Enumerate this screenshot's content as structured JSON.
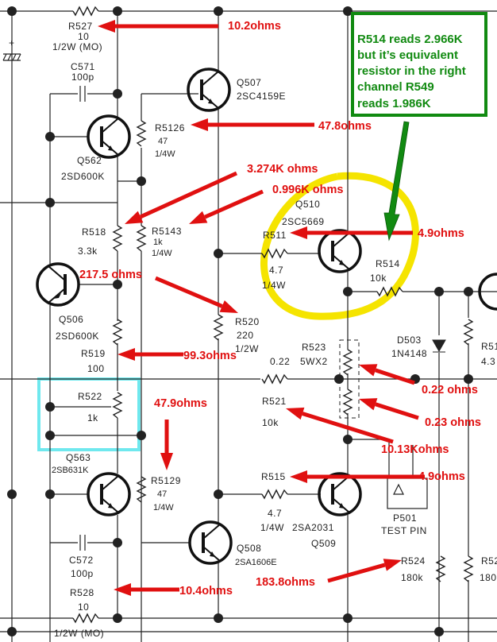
{
  "colors": {
    "annotation": "#e01010",
    "note": "#118a11",
    "highlight_yellow": "#f5e400",
    "highlight_cyan": "#6fe8ee"
  },
  "components": {
    "R527": {
      "ref": "R527",
      "value": "10",
      "rating": "1/2W  (MO)"
    },
    "C571": {
      "ref": "C571",
      "value": "100p"
    },
    "Q562": {
      "ref": "Q562",
      "part": "2SD600K"
    },
    "Q507": {
      "ref": "Q507",
      "part": "2SC4159E"
    },
    "R5126": {
      "ref": "R5126",
      "value": "47",
      "rating": "1/4W"
    },
    "R518": {
      "ref": "R518",
      "value": "3.3k"
    },
    "R5143": {
      "ref": "R5143",
      "value": "1k",
      "rating": "1/4W"
    },
    "Q506": {
      "ref": "Q506",
      "part": "2SD600K"
    },
    "R519": {
      "ref": "R519",
      "value": "100"
    },
    "R520": {
      "ref": "R520",
      "value": "220",
      "rating": "1/2W"
    },
    "R522": {
      "ref": "R522",
      "value": "1k"
    },
    "Q563": {
      "ref": "Q563",
      "part": "2SB631K"
    },
    "R5129": {
      "ref": "R5129",
      "value": "47",
      "rating": "1/4W"
    },
    "Q508": {
      "ref": "Q508",
      "part": "2SA1606E"
    },
    "C572": {
      "ref": "C572",
      "value": "100p"
    },
    "R528": {
      "ref": "R528",
      "value": "10",
      "rating": "1/2W  (MO)"
    },
    "Q510": {
      "ref": "Q510",
      "part": "2SC5669"
    },
    "R511": {
      "ref": "R511",
      "value": "4.7",
      "rating": "1/4W"
    },
    "R514": {
      "ref": "R514",
      "value": "10k"
    },
    "D503": {
      "ref": "D503",
      "part": "1N4148"
    },
    "R51x": {
      "ref": "R51",
      "value": "4.3"
    },
    "R523": {
      "ref": "R523",
      "value": "0.22",
      "rating": "5WX2"
    },
    "R521": {
      "ref": "R521",
      "value": "10k"
    },
    "R515": {
      "ref": "R515",
      "value": "4.7",
      "rating": "1/4W"
    },
    "Q509": {
      "ref": "Q509",
      "part": "2SA2031"
    },
    "P501": {
      "ref": "P501",
      "desc": "TEST  PIN"
    },
    "R524": {
      "ref": "R524",
      "value": "180k"
    },
    "R52x": {
      "ref": "R52",
      "value": "180"
    },
    "C_plus": "+"
  },
  "annotations": {
    "r527": "10.2ohms",
    "r5126": "47.8ohms",
    "r518": "3.274K ohms",
    "r5143": "0.996K ohms",
    "r511": "4.9ohms",
    "r520": "217.5 ohms",
    "r519": "99.3ohms",
    "r5129": "47.9ohms",
    "r523a": "0.22 ohms",
    "r523b": "0.23 ohms",
    "r521": "10.13Kohms",
    "r515": "4.9ohms",
    "r528": "10.4ohms",
    "r524": "183.8ohms"
  },
  "note": {
    "lines": [
      "R514 reads 2.966K",
      "but it’s equivalent",
      "resistor in the right",
      "channel R549",
      "reads 1.986K"
    ]
  }
}
